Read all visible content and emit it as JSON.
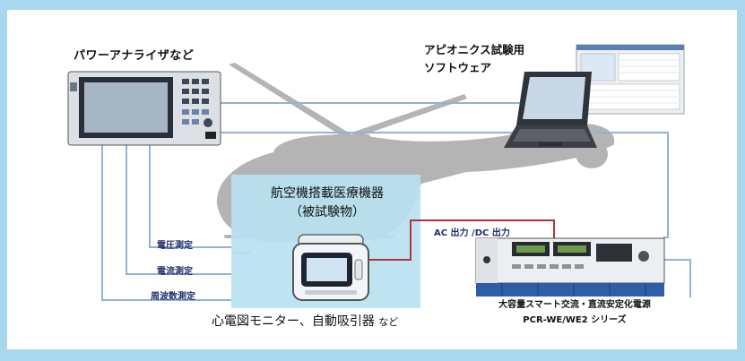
{
  "labels": {
    "power_analyzer": "パワーアナライザなど",
    "software_line1": "アピオニクス試験用",
    "software_line2": "ソフトウェア",
    "device_line1": "航空機搭載医療機器",
    "device_line2": "（被試験物）",
    "voltage_measure": "電圧測定",
    "current_measure": "電流測定",
    "frequency_measure": "周波数測定",
    "output": "AC 出力 /DC 出力",
    "examples_main": "心電図モニター、自動吸引器",
    "examples_suffix": "など",
    "power_supply_line1": "大容量スマート交流・直流安定化電源",
    "power_supply_line2": "PCR-WE/WE2 シリーズ"
  },
  "colors": {
    "frame": "#a9d7ef",
    "helicopter": "#b4b4b4",
    "device_box": "#b9e1f0",
    "wire_blue": "#8fb3d9",
    "wire_red": "#b8303c",
    "text_navy": "#1f2f6b"
  },
  "icons": {
    "power_analyzer": "power-analyzer-icon",
    "laptop": "laptop-icon",
    "software_window": "software-window-icon",
    "helicopter": "helicopter-silhouette",
    "medical_device": "medical-monitor-icon",
    "power_supply": "power-supply-icon"
  }
}
